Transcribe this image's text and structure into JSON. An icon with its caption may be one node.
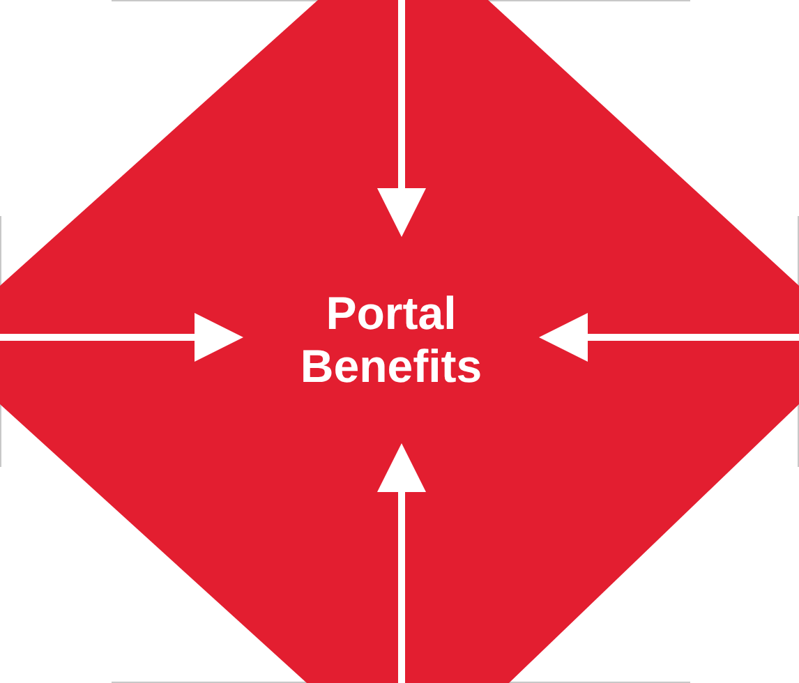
{
  "diagram": {
    "nodes": [
      {
        "text": [],
        "shape": "octagon"
      },
      {
        "text": [
          "Portal Benefits"
        ],
        "in": 0
      }
    ],
    "edges": [
      {
        "from": null,
        "to": 1,
        "arrow": "to"
      },
      {
        "from": null,
        "to": 1,
        "arrow": "to"
      },
      {
        "from": null,
        "to": 1,
        "arrow": "to"
      },
      {
        "from": null,
        "to": 1,
        "arrow": "to"
      }
    ]
  }
}
